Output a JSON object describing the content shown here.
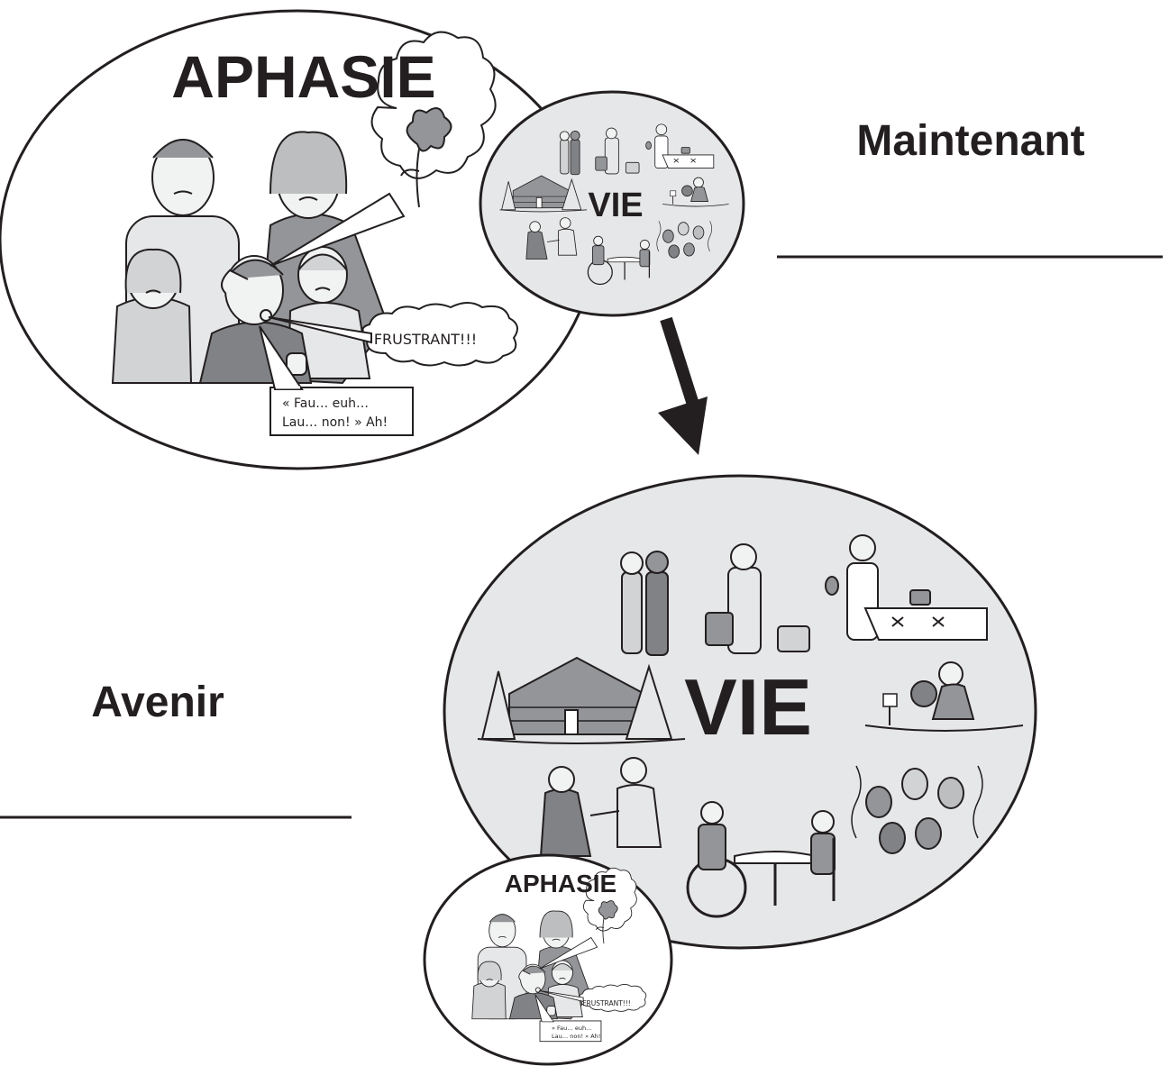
{
  "now": {
    "label": "Maintenant",
    "aphasie_title": "APHASIE",
    "vie_title": "VIE",
    "speech": {
      "line1": "« Fau… euh…",
      "line2": "Lau… non! » Ah!"
    },
    "thought": "FRUSTRANT!!!"
  },
  "future": {
    "label": "Avenir",
    "vie_title": "VIE",
    "aphasie_title": "APHASIE",
    "speech": {
      "line1": "« Fau… euh…",
      "line2": "Lau… non! » Ah!"
    },
    "thought": "FRUSTRANT!!!"
  },
  "colors": {
    "outline": "#231f20",
    "vie_fill": "#e6e7e8",
    "figure_fill": "#d1d3d4",
    "figure_dark": "#939598"
  }
}
